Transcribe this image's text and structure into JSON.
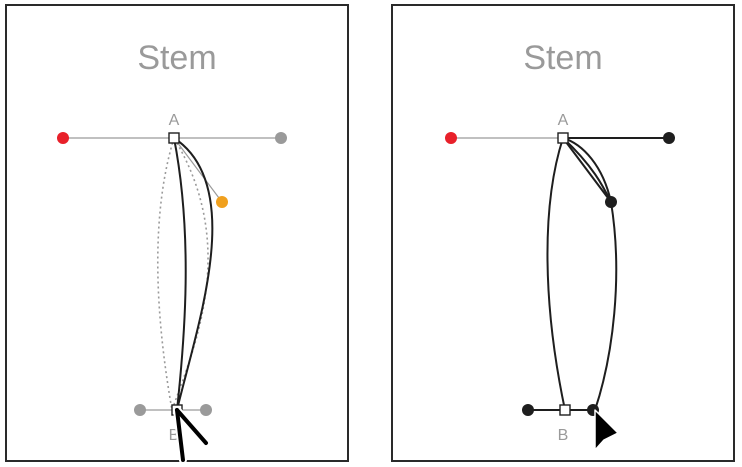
{
  "panels": [
    {
      "title": "Stem",
      "anchor_a_label": "A",
      "anchor_b_label": "B",
      "colors": {
        "handle_a_left": "#e8202a",
        "handle_a_right": "#9a9a9a",
        "midpoint_handle": "#f0a01e",
        "handle_b": "#9a9a9a",
        "preview_path": "#9a9a9a"
      },
      "cursor": "pen-icon"
    },
    {
      "title": "Stem",
      "anchor_a_label": "A",
      "anchor_b_label": "B",
      "colors": {
        "handle_a_left": "#e8202a",
        "handle_a_right": "#1e1e1e",
        "midpoint_handle": "#1e1e1e",
        "handle_b": "#1e1e1e"
      },
      "cursor": "arrow-pointer-icon"
    }
  ]
}
